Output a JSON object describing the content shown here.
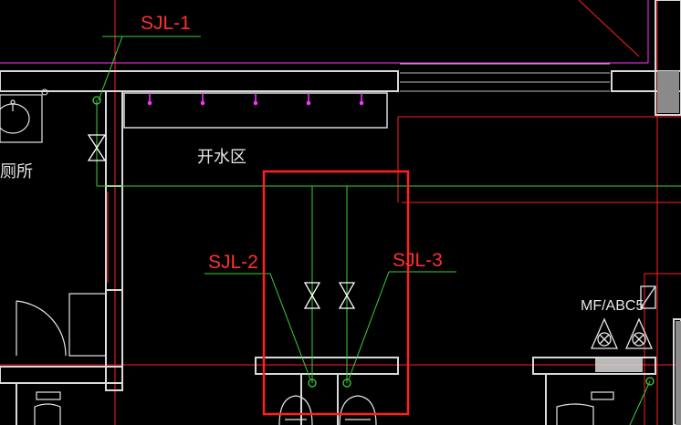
{
  "drawing": {
    "background": "#000000",
    "labels": {
      "riser_1": "SJL-1",
      "riser_2": "SJL-2",
      "riser_3": "SJL-3",
      "room_boiling_water": "开水区",
      "room_toilet": "厕所",
      "extinguisher": "MF/ABC5"
    },
    "colors": {
      "wall": "#d9d9d9",
      "pipe": "#3ad13a",
      "grid_red": "#ff2020",
      "magenta": "#ff30ff",
      "highlight": "#ff2020",
      "white": "#e6e6e6",
      "dim_gray": "#8a8a8a"
    },
    "icons": [
      "valve-icon",
      "sink-icon",
      "toilet-icon",
      "door-swing-icon",
      "fire-extinguisher-icon",
      "floor-drain-icon"
    ]
  }
}
